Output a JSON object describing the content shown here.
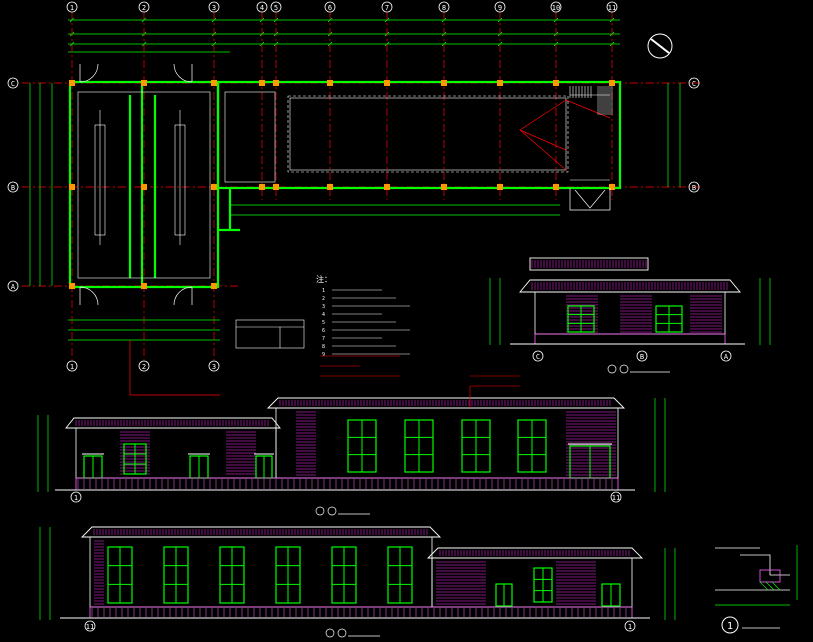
{
  "colors": {
    "background": "#000000",
    "wall": "#00ff00",
    "dimension": "#00ff00",
    "grid_line": "#ff0000",
    "text": "#ffffff",
    "column": "#ff9900",
    "window": "#00ff00",
    "roof": "#ffffff",
    "cladding": "#ff33ff",
    "base": "#ff66ff",
    "note_red": "#ff0000",
    "axis_bubble": "#ffffff"
  },
  "plan": {
    "grid_top": [
      "1",
      "2",
      "3",
      "4",
      "5",
      "6",
      "7",
      "8",
      "9",
      "10",
      "11"
    ],
    "grid_bottom": [
      "1",
      "2",
      "3"
    ],
    "grid_left": [
      "C",
      "B",
      "A"
    ],
    "grid_right": [
      "C",
      "B"
    ]
  },
  "legend": {
    "title": "注",
    "title_mark": "注：",
    "lines": [
      "1",
      "2",
      "3",
      "4",
      "5",
      "6",
      "7",
      "8",
      "9"
    ]
  },
  "red_notes": [
    "",
    "",
    ""
  ],
  "elevations": {
    "side": {
      "axes": [
        "C",
        "B",
        "A"
      ]
    },
    "front": {
      "axes": [
        "1",
        "11"
      ]
    },
    "back": {
      "axes": [
        "11",
        "1"
      ]
    }
  },
  "detail": {
    "number": "1"
  },
  "icons": {
    "north_arrow": "north-arrow-icon",
    "axis_bubble": "axis-bubble-icon",
    "section_mark": "section-mark-icon"
  }
}
